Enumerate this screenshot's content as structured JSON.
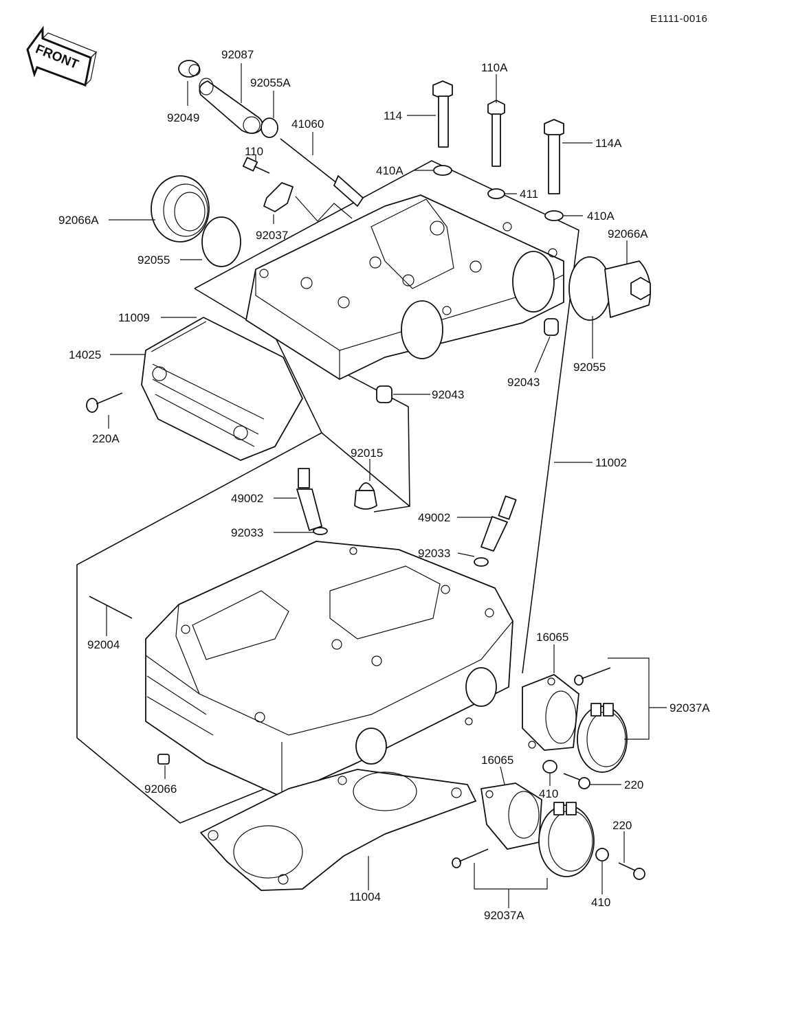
{
  "document": {
    "reference_code": "E1111-0016",
    "front_badge": "FRONT"
  },
  "labels": {
    "p92049": "92049",
    "p92087": "92087",
    "p92055A": "92055A",
    "p41060": "41060",
    "p110": "110",
    "p92066A_left": "92066A",
    "p92037": "92037",
    "p92055_left": "92055",
    "p114": "114",
    "p110A": "110A",
    "p410A_left": "410A",
    "p411": "411",
    "p114A": "114A",
    "p410A_right": "410A",
    "p92066A_right": "92066A",
    "p11009": "11009",
    "p14025": "14025",
    "p220A": "220A",
    "p92043_mid": "92043",
    "p92043_right": "92043",
    "p92055_right": "92055",
    "p92015": "92015",
    "p11002": "11002",
    "p49002_left": "49002",
    "p92033_left": "92033",
    "p49002_right": "49002",
    "p92033_right": "92033",
    "p92004": "92004",
    "p16065_upper": "16065",
    "p92037A_right": "92037A",
    "p92066": "92066",
    "p16065_lower": "16065",
    "p410_upper": "410",
    "p220_upper": "220",
    "p220_lower": "220",
    "p11004": "11004",
    "p410_lower": "410",
    "p92037A_bottom": "92037A"
  }
}
